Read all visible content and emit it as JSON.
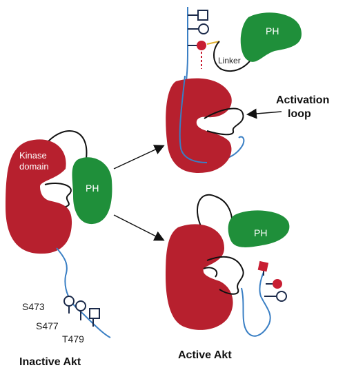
{
  "inactive": {
    "kinase_label_line1": "Kinase",
    "kinase_label_line2": "domain",
    "ph_label": "PH",
    "site_s473": "S473",
    "site_s477": "S477",
    "site_t479": "T479",
    "caption": "Inactive Akt"
  },
  "active_top": {
    "ph_label": "PH",
    "linker_label": "Linker",
    "activation_label_line1": "Activation",
    "activation_label_line2": "loop"
  },
  "active_bottom": {
    "ph_label": "PH",
    "caption": "Active Akt"
  },
  "colors": {
    "kinase": "#b7202e",
    "ph": "#1f8f3a",
    "tail": "#3a7fc4",
    "marker": "#1b2a4a",
    "phospho": "#c81e32",
    "linker_accent": "#e0b030"
  }
}
